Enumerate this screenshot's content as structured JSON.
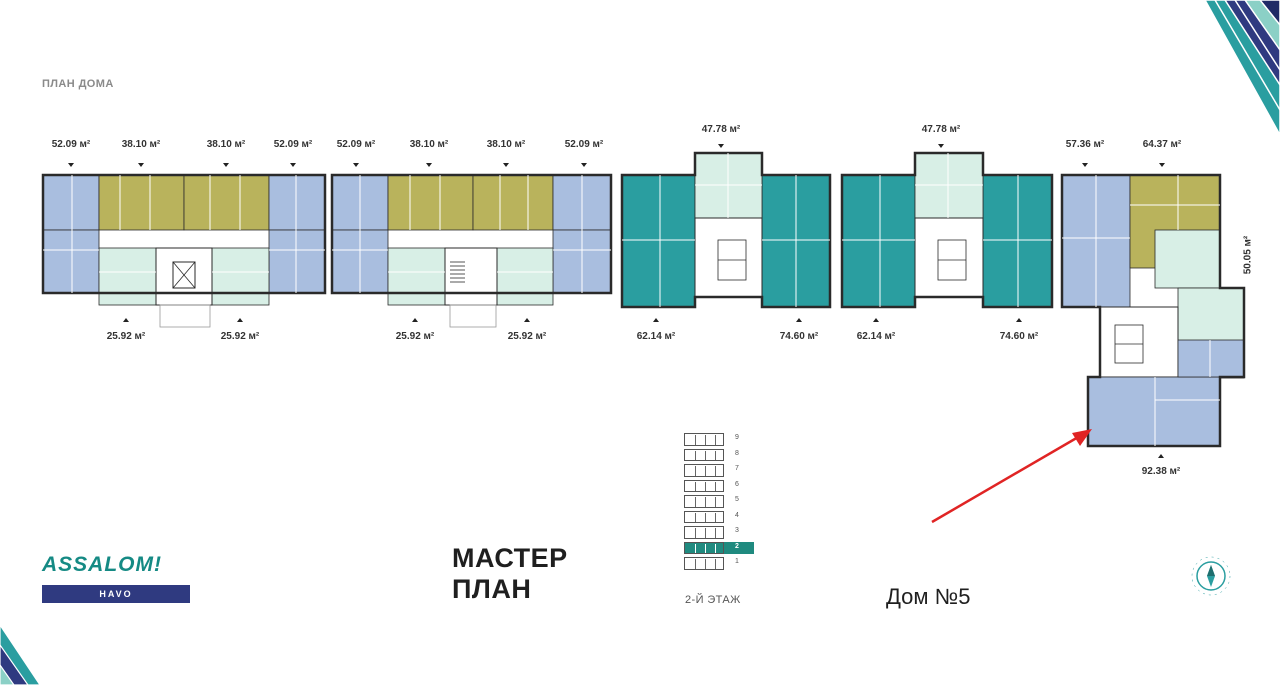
{
  "section_label": "ПЛАН ДОМА",
  "top_areas": [
    {
      "label": "52.09 м²"
    },
    {
      "label": "38.10 м²"
    },
    {
      "label": "38.10 м²"
    },
    {
      "label": "52.09 м²"
    },
    {
      "label": "52.09 м²"
    },
    {
      "label": "38.10 м²"
    },
    {
      "label": "38.10 м²"
    },
    {
      "label": "52.09 м²"
    },
    {
      "label": "47.78 м²"
    },
    {
      "label": "47.78 м²"
    },
    {
      "label": "57.36 м²"
    },
    {
      "label": "64.37 м²"
    }
  ],
  "bottom_areas": [
    {
      "label": "25.92 м²"
    },
    {
      "label": "25.92 м²"
    },
    {
      "label": "25.92 м²"
    },
    {
      "label": "25.92 м²"
    },
    {
      "label": "62.14 м²"
    },
    {
      "label": "74.60 м²"
    },
    {
      "label": "62.14 м²"
    },
    {
      "label": "74.60 м²"
    },
    {
      "label": "92.38 м²"
    }
  ],
  "side_area": "50.05 м²",
  "floors": [
    "9",
    "8",
    "7",
    "6",
    "5",
    "4",
    "3",
    "2",
    "1"
  ],
  "selected_floor": "2",
  "floor_caption": "2-Й ЭТАЖ",
  "title_line1": "МАСТЕР",
  "title_line2": "ПЛАН",
  "house_label": "Дом №5",
  "logo": {
    "main": "ASSALOM!",
    "sub": "HAVO"
  },
  "colors": {
    "blue_apartment": "#a9bedf",
    "olive_apartment": "#b9b35c",
    "teal_apartment": "#2a9ea0",
    "mint_apartment": "#d8efe6",
    "wall": "#2a2a2a",
    "selected_floor": "#1f8a7f",
    "arrow": "#e02424",
    "logo_teal": "#158a84",
    "logo_navy": "#2f3a80"
  },
  "icons": {
    "compass": "compass-icon",
    "arrow": "red-arrow-icon",
    "stairs": "stairs-icon"
  }
}
